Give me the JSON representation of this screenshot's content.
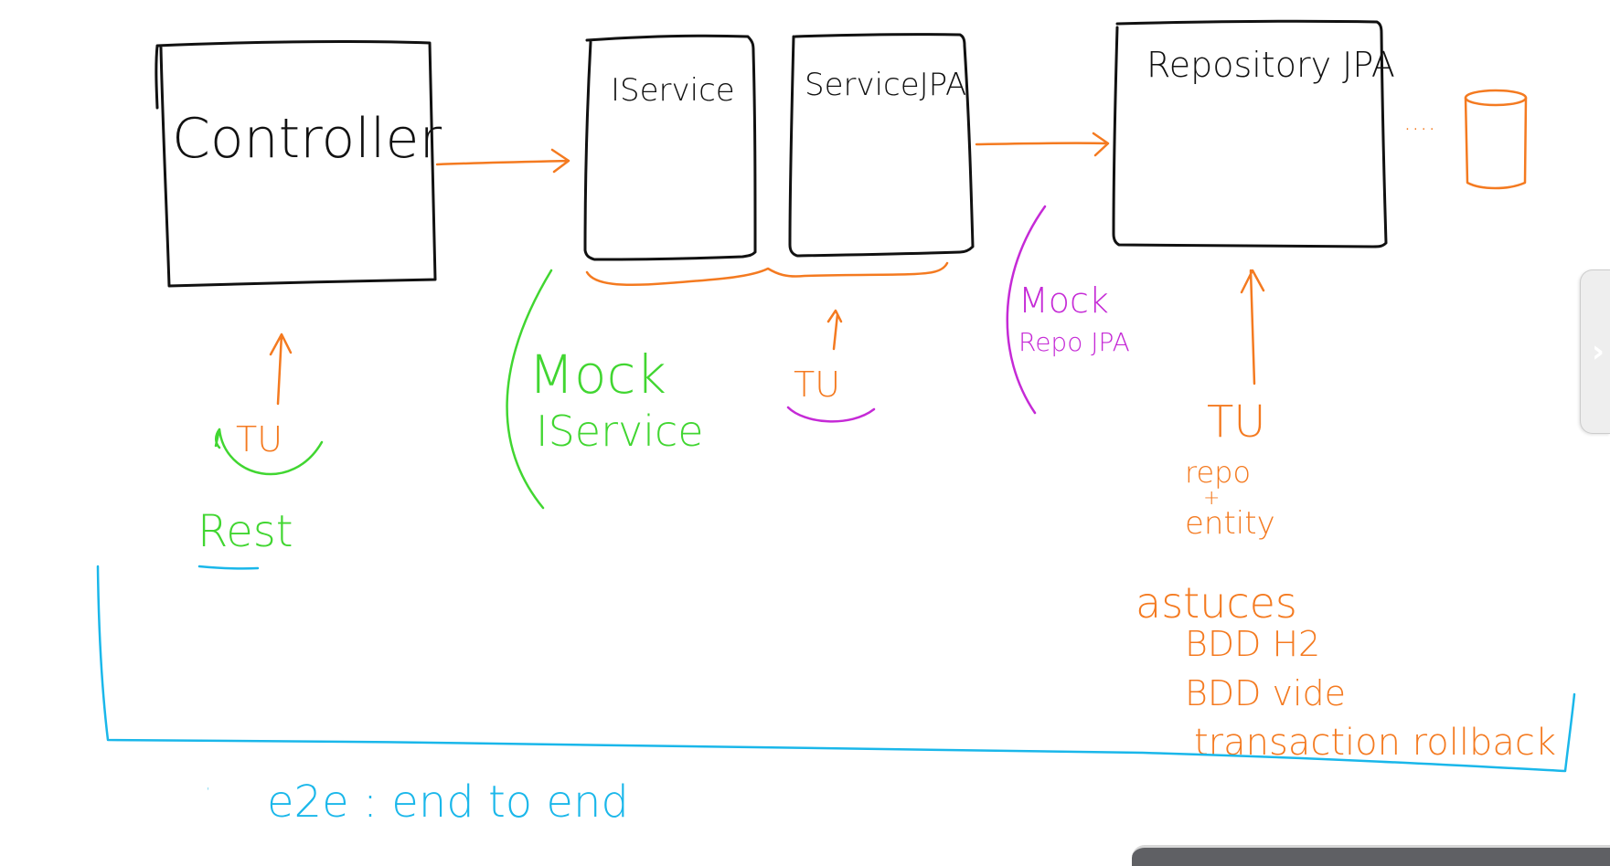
{
  "colors": {
    "black": "#111111",
    "orange": "#f47a20",
    "green": "#41d631",
    "magenta": "#c52ad6",
    "cyan": "#1ab7ea"
  },
  "boxes": {
    "controller": "Controller",
    "iservice": "IService",
    "service_jpa": "ServiceJPA",
    "repository_jpa": "Repository JPA"
  },
  "ellipsis": "....",
  "annotations": {
    "tu_controller": "TU",
    "rest": "Rest",
    "mock_line1": "Mock",
    "mock_line2": "IService",
    "tu_service": "TU",
    "mock_repo_line1": "Mock",
    "mock_repo_line2": "Repo JPA",
    "tu_repo": "TU",
    "repo": "repo",
    "plus": "+",
    "entity": "entity",
    "astuces": "astuces",
    "bdd_h2": "BDD  H2",
    "bdd_vide": "BDD  vide",
    "transaction": "transaction  rollback",
    "e2e": "e2e : end to end"
  },
  "ui": {
    "nav_arrow": "›"
  }
}
